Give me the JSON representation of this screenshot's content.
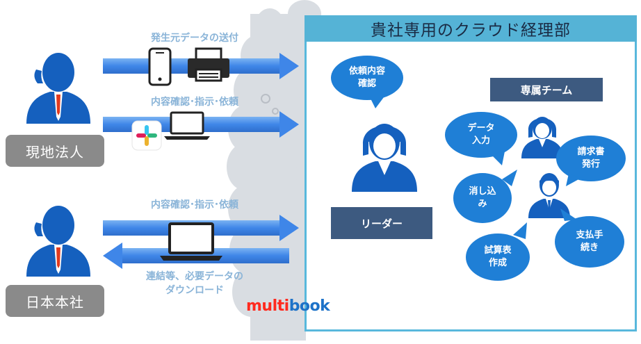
{
  "entities": {
    "local": "現地法人",
    "hq": "日本本社"
  },
  "flows": {
    "send_source": "発生元データの送付",
    "confirm_top": "内容確認･指示･依頼",
    "confirm_bottom": "内容確認･指示･依頼",
    "download_line1": "連結等、必要データの",
    "download_line2": "ダウンロード"
  },
  "panel": {
    "title": "貴社専用のクラウド経理部",
    "leader_bubble": "依頼内容\n確認",
    "leader_label": "リーダー",
    "team_label": "専属チーム",
    "tasks": {
      "data_entry": "データ\n入力",
      "invoice": "請求書\n発行",
      "reconcile": "消し込\nみ",
      "payment": "支払手\n続き",
      "trial_balance": "試算表\n作成"
    }
  },
  "logo": {
    "part1": "multi",
    "part2": "book"
  },
  "colors": {
    "arrow_blue": "#3f86e8",
    "panel_blue": "#55b3d6",
    "badge_navy": "#3d5a80",
    "bubble_blue": "#1f7fd6",
    "person_blue": "#1560be",
    "label_gray": "#8a8a8a",
    "accent_red": "#e23a1e"
  }
}
